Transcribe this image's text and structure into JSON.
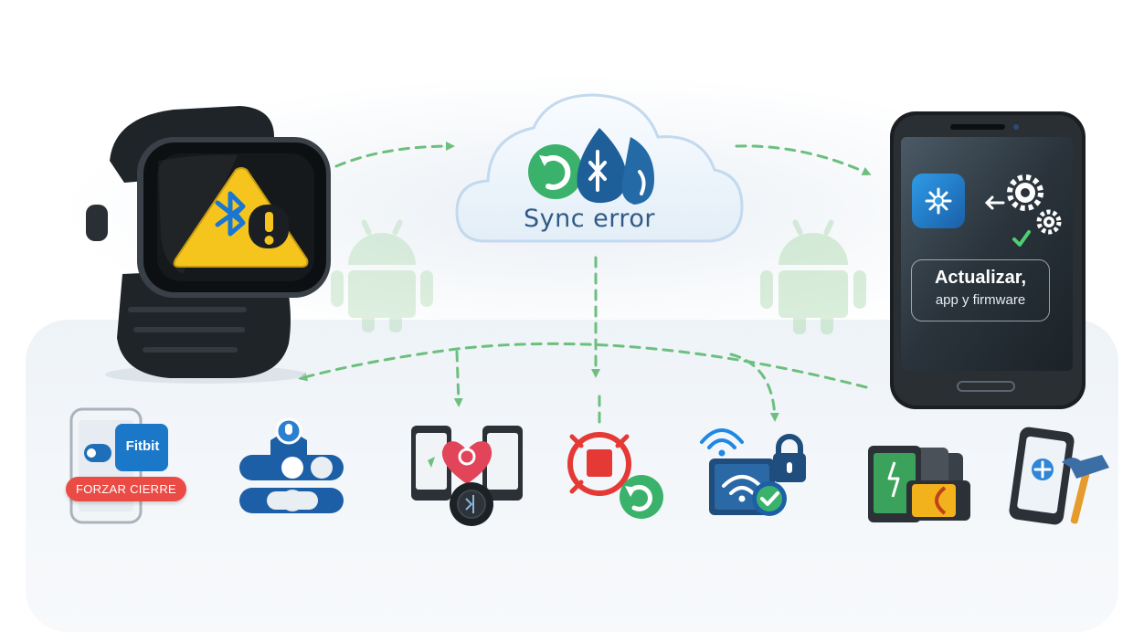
{
  "cloud": {
    "label": "Sync error"
  },
  "phone": {
    "line1": "Actualizar,",
    "line2": "app y firmware"
  },
  "tools": {
    "force_close": {
      "app_name": "Fitbit",
      "action": "FORZAR CIERRE"
    }
  },
  "icons": [
    "smartwatch-warning-icon",
    "bluetooth-icon",
    "cloud-icon",
    "sync-icon",
    "android-icon",
    "smartphone-icon",
    "gear-icon",
    "toggle-switch-icon",
    "pairing-icon",
    "restart-icon",
    "wifi-icon",
    "lock-icon",
    "battery-icon",
    "repair-tools-icon"
  ],
  "colors": {
    "arrow": "#6dbf7e",
    "warning": "#f5c51e",
    "accent_blue": "#1e88e5",
    "error_red": "#e53935",
    "success_green": "#3ab26b"
  }
}
